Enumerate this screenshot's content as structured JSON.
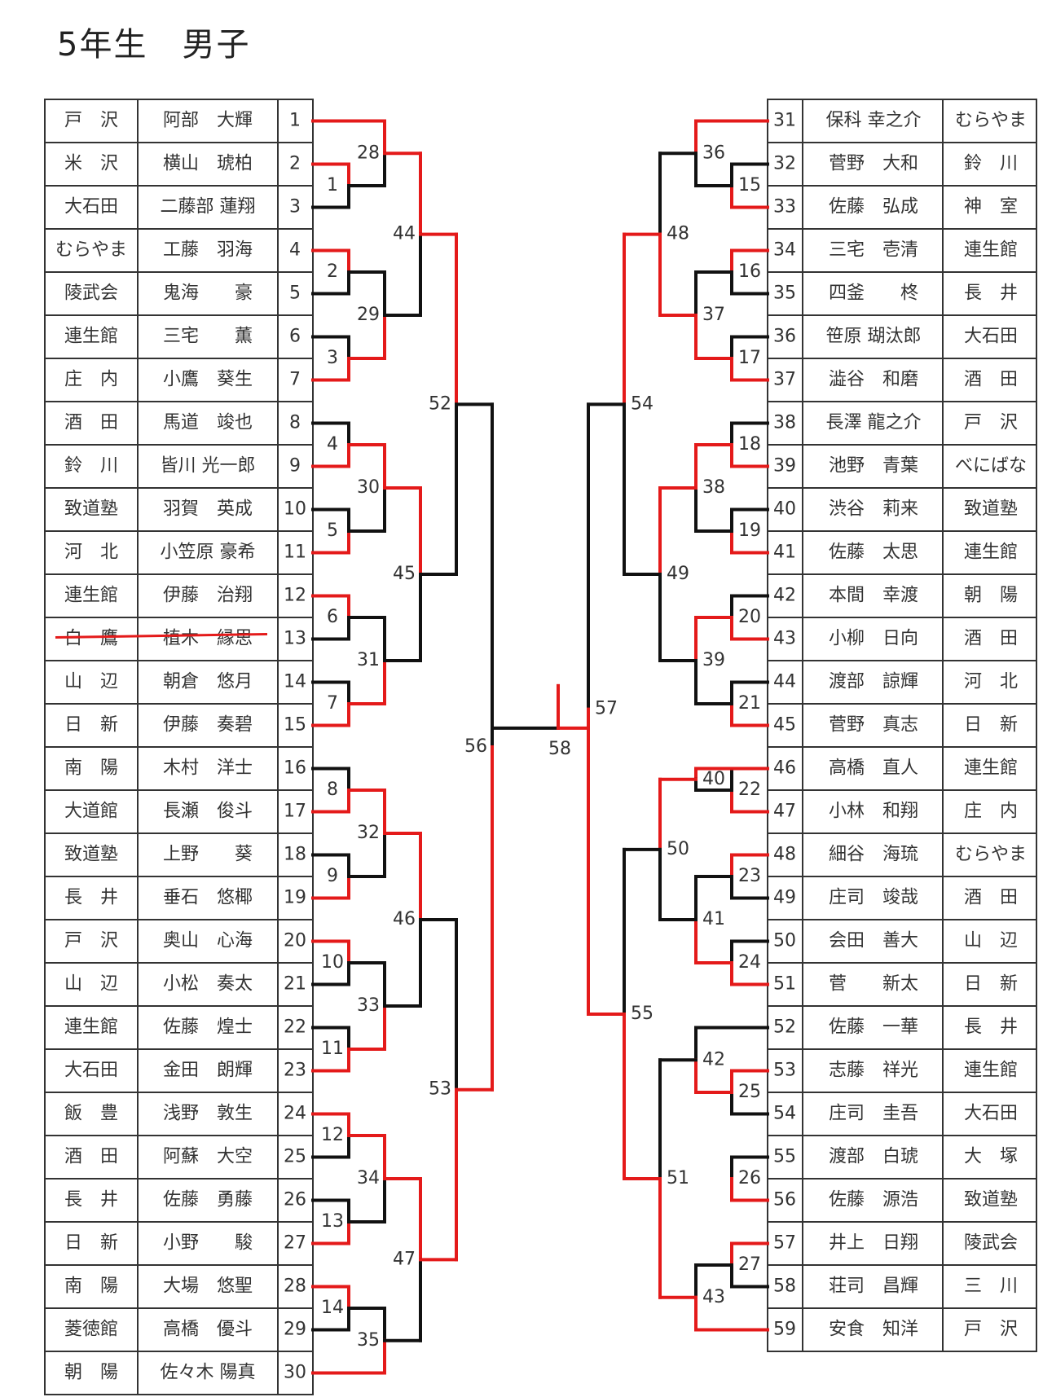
{
  "title": "5年生　男子",
  "colors": {
    "winner": "#e41a1a",
    "line": "#111111",
    "strike": "#e41a1a"
  },
  "left_entries": [
    {
      "no": "1",
      "dojo": "戸　沢",
      "name": "阿部　大輝"
    },
    {
      "no": "2",
      "dojo": "米　沢",
      "name": "横山　琥柏"
    },
    {
      "no": "3",
      "dojo": "大石田",
      "name": "二藤部 蓮翔"
    },
    {
      "no": "4",
      "dojo": "むらやま",
      "name": "工藤　羽海"
    },
    {
      "no": "5",
      "dojo": "陵武会",
      "name": "鬼海　　豪"
    },
    {
      "no": "6",
      "dojo": "連生館",
      "name": "三宅　　薫"
    },
    {
      "no": "7",
      "dojo": "庄　内",
      "name": "小鷹　葵生"
    },
    {
      "no": "8",
      "dojo": "酒　田",
      "name": "馬道　竣也"
    },
    {
      "no": "9",
      "dojo": "鈴　川",
      "name": "皆川 光一郎"
    },
    {
      "no": "10",
      "dojo": "致道塾",
      "name": "羽賀　英成"
    },
    {
      "no": "11",
      "dojo": "河　北",
      "name": "小笠原 豪希"
    },
    {
      "no": "12",
      "dojo": "連生館",
      "name": "伊藤　治翔"
    },
    {
      "no": "13",
      "dojo": "白　鷹",
      "name": "植木　縁思",
      "withdrawn": true
    },
    {
      "no": "14",
      "dojo": "山　辺",
      "name": "朝倉　悠月"
    },
    {
      "no": "15",
      "dojo": "日　新",
      "name": "伊藤　奏碧"
    },
    {
      "no": "16",
      "dojo": "南　陽",
      "name": "木村　洋士"
    },
    {
      "no": "17",
      "dojo": "大道館",
      "name": "長瀬　俊斗"
    },
    {
      "no": "18",
      "dojo": "致道塾",
      "name": "上野　　葵"
    },
    {
      "no": "19",
      "dojo": "長　井",
      "name": "垂石　悠椰"
    },
    {
      "no": "20",
      "dojo": "戸　沢",
      "name": "奥山　心海"
    },
    {
      "no": "21",
      "dojo": "山　辺",
      "name": "小松　奏太"
    },
    {
      "no": "22",
      "dojo": "連生館",
      "name": "佐藤　煌士"
    },
    {
      "no": "23",
      "dojo": "大石田",
      "name": "金田　朗輝"
    },
    {
      "no": "24",
      "dojo": "飯　豊",
      "name": "浅野　敦生"
    },
    {
      "no": "25",
      "dojo": "酒　田",
      "name": "阿蘇　大空"
    },
    {
      "no": "26",
      "dojo": "長　井",
      "name": "佐藤　勇藤"
    },
    {
      "no": "27",
      "dojo": "日　新",
      "name": "小野　　駿"
    },
    {
      "no": "28",
      "dojo": "南　陽",
      "name": "大場　悠聖"
    },
    {
      "no": "29",
      "dojo": "菱徳館",
      "name": "高橋　優斗"
    },
    {
      "no": "30",
      "dojo": "朝　陽",
      "name": "佐々木 陽真"
    }
  ],
  "right_entries": [
    {
      "no": "31",
      "name": "保科 幸之介",
      "dojo": "むらやま"
    },
    {
      "no": "32",
      "name": "菅野　大和",
      "dojo": "鈴　川"
    },
    {
      "no": "33",
      "name": "佐藤　弘成",
      "dojo": "神　室"
    },
    {
      "no": "34",
      "name": "三宅　壱清",
      "dojo": "連生館"
    },
    {
      "no": "35",
      "name": "四釜　　柊",
      "dojo": "長　井"
    },
    {
      "no": "36",
      "name": "笹原 瑚汰郎",
      "dojo": "大石田"
    },
    {
      "no": "37",
      "name": "澁谷　和磨",
      "dojo": "酒　田"
    },
    {
      "no": "38",
      "name": "長澤 龍之介",
      "dojo": "戸　沢"
    },
    {
      "no": "39",
      "name": "池野　青葉",
      "dojo": "べにばな"
    },
    {
      "no": "40",
      "name": "渋谷　莉来",
      "dojo": "致道塾"
    },
    {
      "no": "41",
      "name": "佐藤　太思",
      "dojo": "連生館"
    },
    {
      "no": "42",
      "name": "本間　幸渡",
      "dojo": "朝　陽"
    },
    {
      "no": "43",
      "name": "小柳　日向",
      "dojo": "酒　田"
    },
    {
      "no": "44",
      "name": "渡部　諒輝",
      "dojo": "河　北"
    },
    {
      "no": "45",
      "name": "菅野　真志",
      "dojo": "日　新"
    },
    {
      "no": "46",
      "name": "高橋　直人",
      "dojo": "連生館"
    },
    {
      "no": "47",
      "name": "小林　和翔",
      "dojo": "庄　内"
    },
    {
      "no": "48",
      "name": "細谷　海琉",
      "dojo": "むらやま"
    },
    {
      "no": "49",
      "name": "庄司　竣哉",
      "dojo": "酒　田"
    },
    {
      "no": "50",
      "name": "会田　善大",
      "dojo": "山　辺"
    },
    {
      "no": "51",
      "name": "菅　　新太",
      "dojo": "日　新"
    },
    {
      "no": "52",
      "name": "佐藤　一華",
      "dojo": "長　井"
    },
    {
      "no": "53",
      "name": "志藤　祥光",
      "dojo": "連生館"
    },
    {
      "no": "54",
      "name": "庄司　圭吾",
      "dojo": "大石田"
    },
    {
      "no": "55",
      "name": "渡部　白琥",
      "dojo": "大　塚"
    },
    {
      "no": "56",
      "name": "佐藤　源浩",
      "dojo": "致道塾"
    },
    {
      "no": "57",
      "name": "井上　日翔",
      "dojo": "陵武会"
    },
    {
      "no": "58",
      "name": "荘司　昌輝",
      "dojo": "三　川"
    },
    {
      "no": "59",
      "name": "安食　知洋",
      "dojo": "戸　沢"
    }
  ],
  "match_numbers": [
    "1",
    "2",
    "3",
    "4",
    "5",
    "6",
    "7",
    "8",
    "9",
    "10",
    "11",
    "12",
    "13",
    "14",
    "15",
    "16",
    "17",
    "18",
    "19",
    "20",
    "21",
    "22",
    "23",
    "24",
    "25",
    "26",
    "27",
    "28",
    "29",
    "30",
    "31",
    "32",
    "33",
    "34",
    "35",
    "36",
    "37",
    "38",
    "39",
    "40",
    "41",
    "42",
    "43",
    "44",
    "45",
    "46",
    "47",
    "48",
    "49",
    "50",
    "51",
    "52",
    "53",
    "54",
    "55",
    "56",
    "57",
    "58"
  ]
}
